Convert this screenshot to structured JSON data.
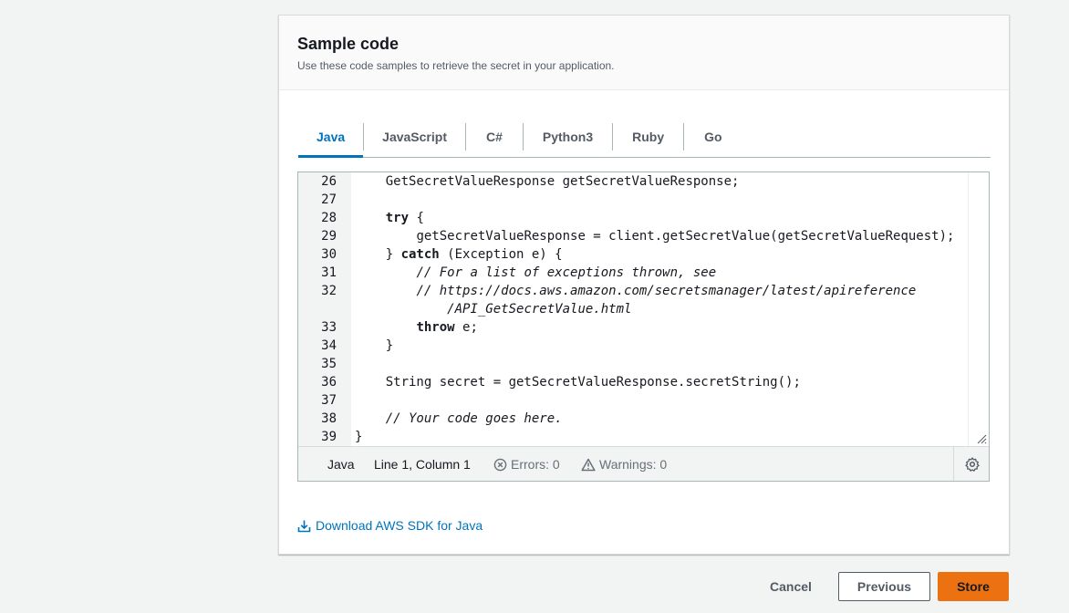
{
  "panel": {
    "title": "Sample code",
    "description": "Use these code samples to retrieve the secret in your application."
  },
  "tabs": [
    {
      "label": "Java",
      "active": true
    },
    {
      "label": "JavaScript",
      "active": false
    },
    {
      "label": "C#",
      "active": false
    },
    {
      "label": "Python3",
      "active": false
    },
    {
      "label": "Ruby",
      "active": false
    },
    {
      "label": "Go",
      "active": false
    }
  ],
  "editor": {
    "lines": [
      {
        "n": "26",
        "indent": "    ",
        "text": "GetSecretValueResponse getSecretValueResponse;"
      },
      {
        "n": "27",
        "indent": "",
        "text": ""
      },
      {
        "n": "28",
        "indent": "    ",
        "kw": "try",
        "text": " {"
      },
      {
        "n": "29",
        "indent": "        ",
        "text": "getSecretValueResponse = client.getSecretValue(getSecretValueRequest);"
      },
      {
        "n": "30",
        "indent": "    ",
        "pre": "} ",
        "kw": "catch",
        "text": " (Exception e) {"
      },
      {
        "n": "31",
        "indent": "        ",
        "comment": "// For a list of exceptions thrown, see"
      },
      {
        "n": "32",
        "indent": "        ",
        "comment": "// https://docs.aws.amazon.com/secretsmanager/latest/apireference"
      },
      {
        "n": "",
        "indent": "            ",
        "comment": "/API_GetSecretValue.html"
      },
      {
        "n": "33",
        "indent": "        ",
        "kw": "throw",
        "text": " e;"
      },
      {
        "n": "34",
        "indent": "    ",
        "text": "}"
      },
      {
        "n": "35",
        "indent": "",
        "text": ""
      },
      {
        "n": "36",
        "indent": "    ",
        "text": "String secret = getSecretValueResponse.secretString();"
      },
      {
        "n": "37",
        "indent": "",
        "text": ""
      },
      {
        "n": "38",
        "indent": "    ",
        "comment": "// Your code goes here."
      },
      {
        "n": "39",
        "indent": "",
        "text": "}"
      }
    ]
  },
  "status": {
    "language": "Java",
    "position": "Line 1, Column 1",
    "errors": "Errors: 0",
    "warnings": "Warnings: 0"
  },
  "download": {
    "label": "Download AWS SDK for Java"
  },
  "footer": {
    "cancel": "Cancel",
    "previous": "Previous",
    "store": "Store"
  },
  "colors": {
    "accent": "#0073bb",
    "primary_button": "#ec7211"
  }
}
